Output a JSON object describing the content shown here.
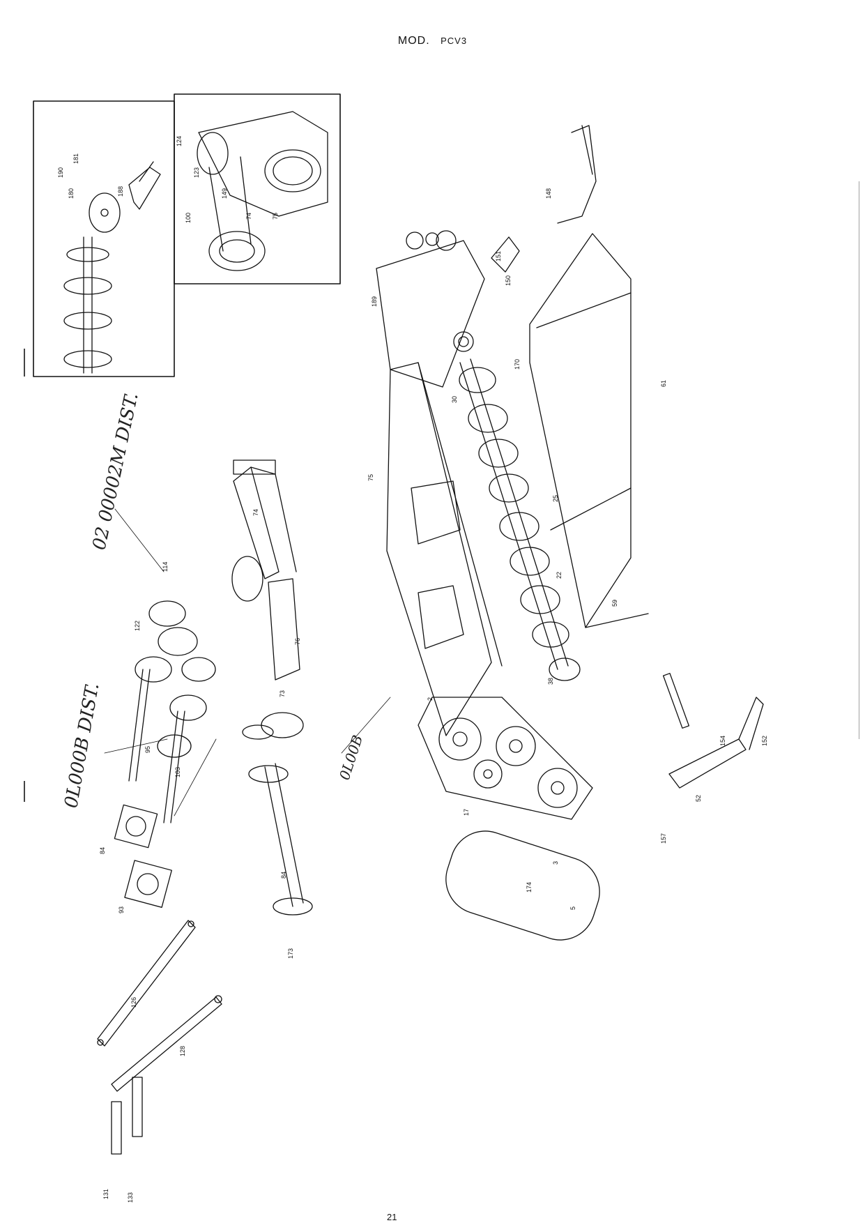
{
  "header": {
    "mod_label": "MOD.",
    "model_code": "PCV3"
  },
  "annotations": {
    "handwritten_top": "02 00002M DIST.",
    "handwritten_left": "0L000B DIST.",
    "handwritten_right": "0L00B"
  },
  "footer": {
    "page_number": "21"
  },
  "colors": {
    "ink": "#111111",
    "paper": "#ffffff"
  }
}
